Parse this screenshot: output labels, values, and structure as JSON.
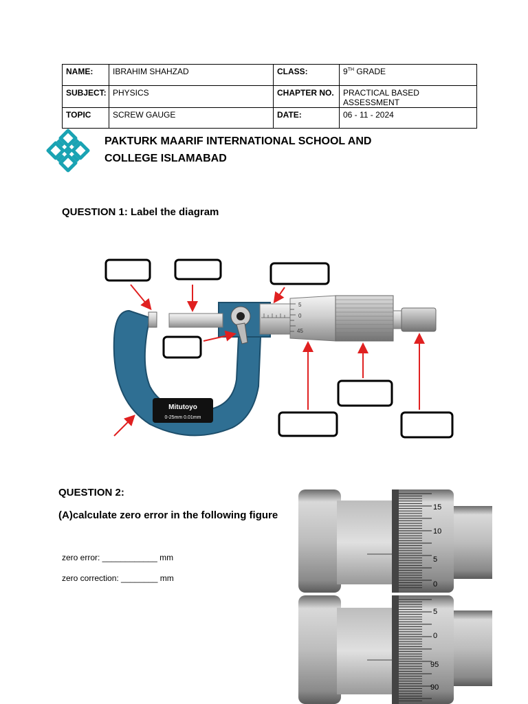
{
  "header": {
    "name_label": "NAME:",
    "name_value": "IBRAHIM SHAHZAD",
    "class_label": "CLASS:",
    "class_value_num": "9",
    "class_value_sup": "TH",
    "class_value_rest": " GRADE",
    "subject_label": "SUBJECT:",
    "subject_value": "PHYSICS",
    "chapter_label": "CHAPTER NO.",
    "chapter_value": "PRACTICAL BASED ASSESSMENT",
    "topic_label": "TOPIC",
    "topic_value": "SCREW GAUGE",
    "date_label": "DATE:",
    "date_value": "06 -  11 - 2024"
  },
  "school": {
    "line1": "PAKTURK MAARIF INTERNATIONAL SCHOOL AND",
    "line2": "COLLEGE ISLAMABAD"
  },
  "question1": {
    "title": "QUESTION 1: Label the diagram",
    "thimble_scale": [
      "5",
      "0",
      "45"
    ],
    "brand_name": "Mitutoyo",
    "brand_spec": "0-25mm  0.01mm"
  },
  "question2": {
    "title": "QUESTION 2:",
    "part_a": "(A)calculate zero error in the following figure",
    "zero_error_label": "zero error: ____________ mm",
    "zero_correction_label": "zero correction: ________ mm",
    "upper_scale": [
      "15",
      "10",
      "5",
      "0"
    ],
    "lower_scale": [
      "5",
      "0",
      "95",
      "90"
    ]
  },
  "colors": {
    "frame": "#2f6f93",
    "arrow": "#e02020",
    "logo": "#1aa3b3"
  }
}
